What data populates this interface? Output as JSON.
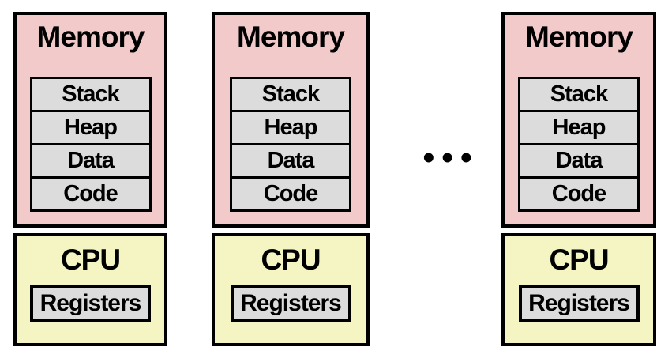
{
  "columns": [
    {
      "memory_title": "Memory",
      "segments": [
        "Stack",
        "Heap",
        "Data",
        "Code"
      ],
      "cpu_title": "CPU",
      "registers_label": "Registers"
    },
    {
      "memory_title": "Memory",
      "segments": [
        "Stack",
        "Heap",
        "Data",
        "Code"
      ],
      "cpu_title": "CPU",
      "registers_label": "Registers"
    },
    {
      "memory_title": "Memory",
      "segments": [
        "Stack",
        "Heap",
        "Data",
        "Code"
      ],
      "cpu_title": "CPU",
      "registers_label": "Registers"
    }
  ],
  "ellipsis": "•••",
  "colors": {
    "memory_bg": "#f2caca",
    "cpu_bg": "#f5f5c3",
    "segment_bg": "#dcdcdc",
    "border": "#000000",
    "background": "#ffffff"
  }
}
